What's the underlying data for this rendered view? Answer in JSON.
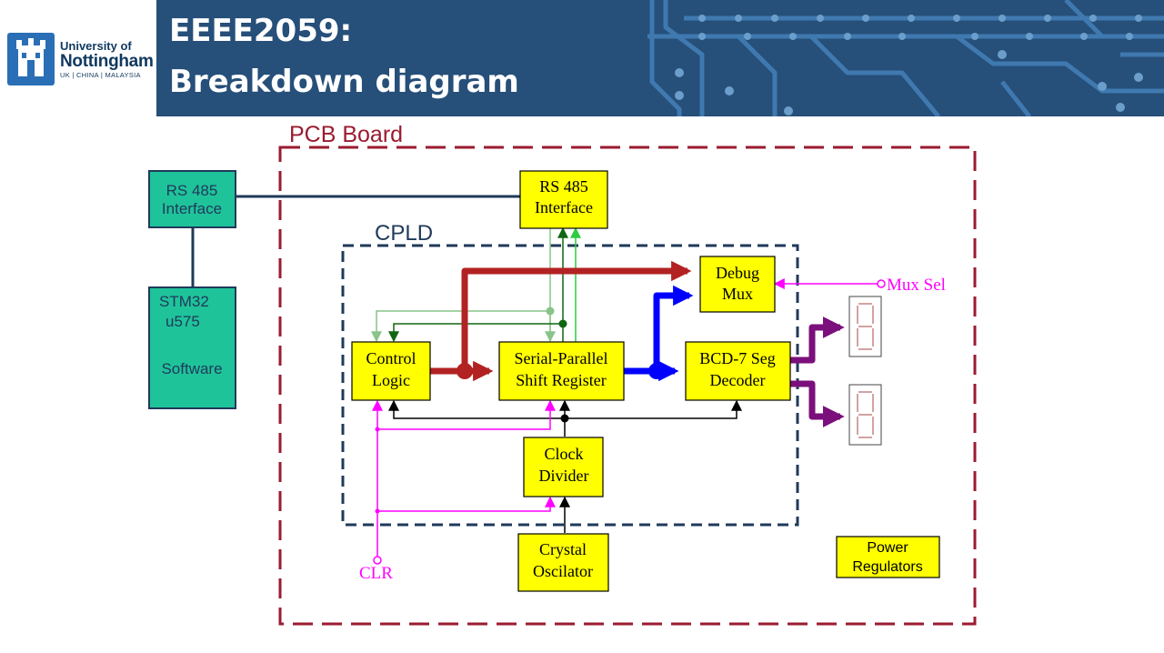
{
  "logo": {
    "university_line1": "University of",
    "university_line2": "Nottingham",
    "campuses": "UK | CHINA | MALAYSIA"
  },
  "header": {
    "title_line1": "EEEE2059:",
    "title_line2": "Breakdown diagram"
  },
  "diagram": {
    "pcb_label": "PCB Board",
    "cpld_label": "CPLD",
    "external_rs485": {
      "line1": "RS 485",
      "line2": "Interface"
    },
    "stm32": {
      "line1": "STM32",
      "line2": "u575",
      "line3": "Software"
    },
    "rs485_interface": {
      "line1": "RS 485",
      "line2": "Interface"
    },
    "debug_mux": {
      "line1": "Debug",
      "line2": "Mux"
    },
    "control_logic": {
      "line1": "Control",
      "line2": "Logic"
    },
    "shift_register": {
      "line1": "Serial-Parallel",
      "line2": "Shift Register"
    },
    "bcd_decoder": {
      "line1": "BCD-7 Seg",
      "line2": "Decoder"
    },
    "clock_divider": {
      "line1": "Clock",
      "line2": "Divider"
    },
    "crystal_oscillator": {
      "line1": "Crystal",
      "line2": "Oscilator"
    },
    "power_regulators": {
      "line1": "Power",
      "line2": "Regulators"
    },
    "mux_sel_label": "Mux Sel",
    "clr_label": "CLR"
  },
  "colors": {
    "header_bg": "#264f79",
    "pcb_border": "#9b1b30",
    "cpld_border": "#1f3a5a",
    "ext_box_fill": "#1fc39a",
    "block_fill": "#ffff00",
    "data_bus_red": "#b22222",
    "data_bus_blue": "#0000ff",
    "display_bus_purple": "#7b0f7b",
    "clr_magenta": "#ff00ff"
  },
  "icons": {
    "logo": "university-crest-icon",
    "display": "seven-segment-display-icon"
  }
}
